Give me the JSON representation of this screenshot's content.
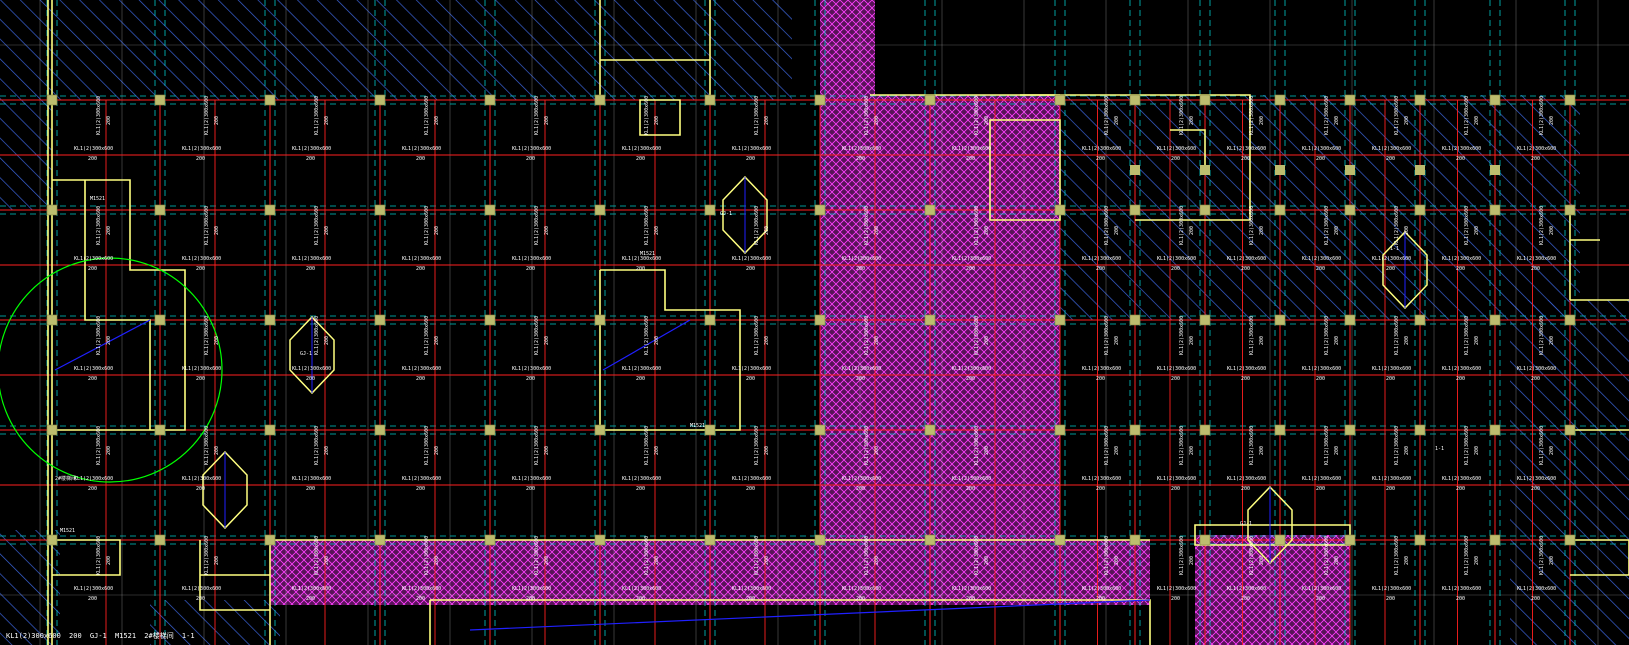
{
  "viewport": {
    "name": "cad-drawing-viewport"
  },
  "colors": {
    "background": "#000000",
    "wall": "#ffff80",
    "beam": "#ff2020",
    "axis_dashed": "#00c8c8",
    "grid_white": "#c8c8c8",
    "hatch_blue": "#3a62d6",
    "zone_magenta": "#a020a0",
    "zone_hatch": "#ff40ff",
    "column": "#bdbd6e",
    "text": "#ffffff",
    "circle": "#00ff00",
    "blue_line": "#2020ff"
  },
  "labels": {
    "beam_spec": "KL1(2)300x600",
    "beam_dim": "200",
    "opening_tag": "GJ-1",
    "door_tag": "M1521",
    "room_tag": "2#楼梯间",
    "section_tag": "1-1"
  }
}
